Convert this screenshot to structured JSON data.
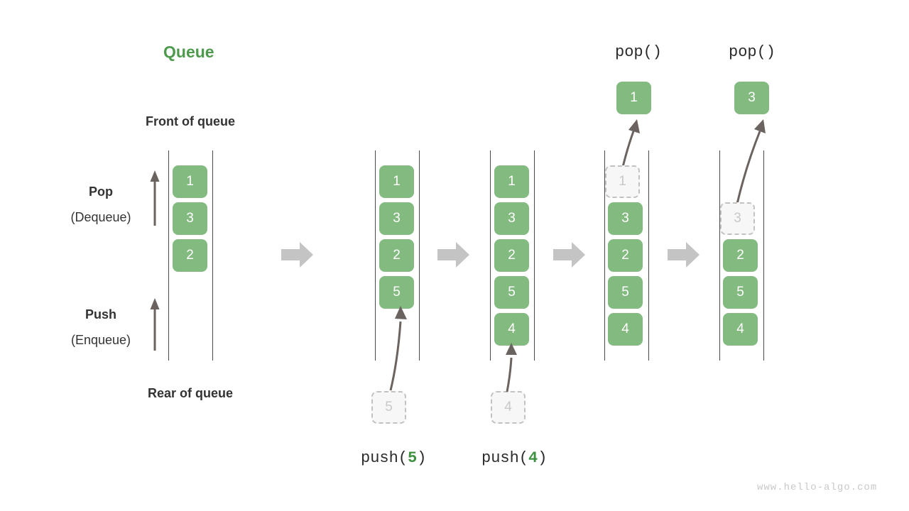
{
  "diagram": {
    "title": "Queue",
    "title_color": "#4d9a4d",
    "accent_green": "#82ba80",
    "ghost_gray": "#c2c2c2",
    "arrow_gray": "#c4c4c4",
    "watermark": "www.hello-algo.com"
  },
  "labels": {
    "front_of_queue": "Front of queue",
    "rear_of_queue": "Rear of queue",
    "pop": "Pop",
    "pop_alt": "(Dequeue)",
    "push": "Push",
    "push_alt": "(Enqueue)"
  },
  "icons": {
    "stage_arrow": "right-block-arrow-icon",
    "pop_direction_arrow": "up-arrow-icon",
    "push_direction_arrow": "up-arrow-icon",
    "push_curve_arrow": "curved-up-arrow-icon",
    "pop_curve_arrow": "curved-up-arrow-icon"
  },
  "stages": [
    {
      "id": "initial",
      "op_label": null,
      "op_value": null,
      "queue": [
        "1",
        "3",
        "2"
      ],
      "ghost_index": null,
      "ghost_value": null,
      "detached_value": null
    },
    {
      "id": "push-5",
      "op_label": "push(",
      "op_value": "5",
      "op_close": ")",
      "queue": [
        "1",
        "3",
        "2",
        "5"
      ],
      "incoming_value": "5",
      "detached_value": null
    },
    {
      "id": "push-4",
      "op_label": "push(",
      "op_value": "4",
      "op_close": ")",
      "queue": [
        "1",
        "3",
        "2",
        "5",
        "4"
      ],
      "incoming_value": "4",
      "detached_value": null
    },
    {
      "id": "pop-1",
      "op_label": "pop()",
      "op_value": null,
      "queue": [
        "1",
        "3",
        "2",
        "5",
        "4"
      ],
      "ghost_index": 0,
      "ghost_value": "1",
      "detached_value": "1"
    },
    {
      "id": "pop-3",
      "op_label": "pop()",
      "op_value": null,
      "queue": [
        "3",
        "2",
        "5",
        "4"
      ],
      "ghost_index": 1,
      "ghost_value": "3",
      "detached_value": "3"
    }
  ],
  "stage_ops": {
    "push5_prefix": "push(",
    "push5_num": "5",
    "push5_suffix": ")",
    "push4_prefix": "push(",
    "push4_num": "4",
    "push4_suffix": ")",
    "pop1": "pop()",
    "pop2": "pop()"
  },
  "col1": {
    "boxes": [
      "1",
      "3",
      "2"
    ]
  },
  "col2": {
    "boxes": [
      "1",
      "3",
      "2",
      "5"
    ],
    "incoming": "5"
  },
  "col3": {
    "boxes": [
      "1",
      "3",
      "2",
      "5",
      "4"
    ],
    "incoming": "4"
  },
  "col4": {
    "ghost": "1",
    "boxes": [
      "3",
      "2",
      "5",
      "4"
    ],
    "popped": "1"
  },
  "col5": {
    "ghost": "3",
    "boxes": [
      "2",
      "5",
      "4"
    ],
    "popped": "3"
  }
}
